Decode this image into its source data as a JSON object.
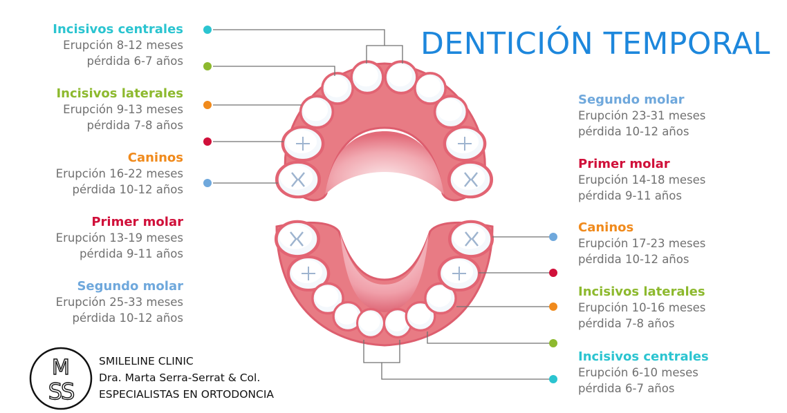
{
  "title": "DENTICIÓN TEMPORAL",
  "colors": {
    "title": "#1d87dc",
    "incisivos_centrales": "#2bc4d0",
    "incisivos_laterales": "#8db92e",
    "caninos": "#f08a1c",
    "primer_molar": "#d0103a",
    "segundo_molar": "#6fa8dc",
    "gum": "#e87b84",
    "tooth": "#f4f8fc"
  },
  "upper_labels": [
    {
      "name": "Incisivos centrales",
      "eruption": "Erupción 8-12 meses",
      "loss": "pérdida 6-7 años",
      "color": "#2bc4d0"
    },
    {
      "name": "Incisivos laterales",
      "eruption": "Erupción 9-13 meses",
      "loss": "pérdida 7-8 años",
      "color": "#8db92e"
    },
    {
      "name": "Caninos",
      "eruption": "Erupción 16-22 meses",
      "loss": "pérdida 10-12 años",
      "color": "#f08a1c"
    },
    {
      "name": "Primer molar",
      "eruption": "Erupción 13-19 meses",
      "loss": "pérdida 9-11 años",
      "color": "#d0103a"
    },
    {
      "name": "Segundo molar",
      "eruption": "Erupción 25-33 meses",
      "loss": "pérdida 10-12 años",
      "color": "#6fa8dc"
    }
  ],
  "lower_labels": [
    {
      "name": "Segundo molar",
      "eruption": "Erupción 23-31 meses",
      "loss": "pérdida 10-12 años",
      "color": "#6fa8dc"
    },
    {
      "name": "Primer molar",
      "eruption": "Erupción 14-18 meses",
      "loss": "pérdida 9-11 años",
      "color": "#d0103a"
    },
    {
      "name": "Caninos",
      "eruption": "Erupción 17-23 meses",
      "loss": "pérdida 10-12 años",
      "color": "#f08a1c"
    },
    {
      "name": "Incisivos laterales",
      "eruption": "Erupción 10-16 meses",
      "loss": "pérdida 7-8 años",
      "color": "#8db92e"
    },
    {
      "name": "Incisivos centrales",
      "eruption": "Erupción 6-10 meses",
      "loss": "pérdida 6-7 años",
      "color": "#2bc4d0"
    }
  ],
  "clinic": {
    "logo_letters": "MSS",
    "name": "SMILELINE CLINIC",
    "doctor": "Dra. Marta Serra-Serrat & Col.",
    "specialty": "ESPECIALISTAS EN ORTODONCIA"
  }
}
